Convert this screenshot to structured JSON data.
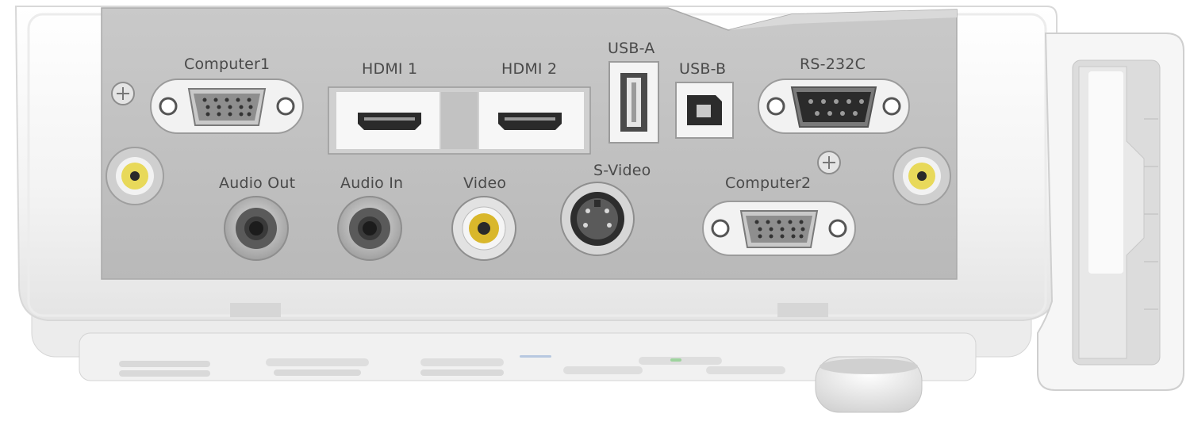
{
  "ports": {
    "computer1": "Computer1",
    "hdmi1": "HDMI 1",
    "hdmi2": "HDMI 2",
    "usb_a": "USB-A",
    "usb_b": "USB-B",
    "rs232c": "RS-232C",
    "audio_out": "Audio Out",
    "audio_in": "Audio In",
    "video": "Video",
    "s_video": "S-Video",
    "computer2": "Computer2"
  },
  "colors": {
    "body": "#f4f4f4",
    "panel": "#bfbfbf",
    "rca_yellow": "#e8d95a"
  }
}
